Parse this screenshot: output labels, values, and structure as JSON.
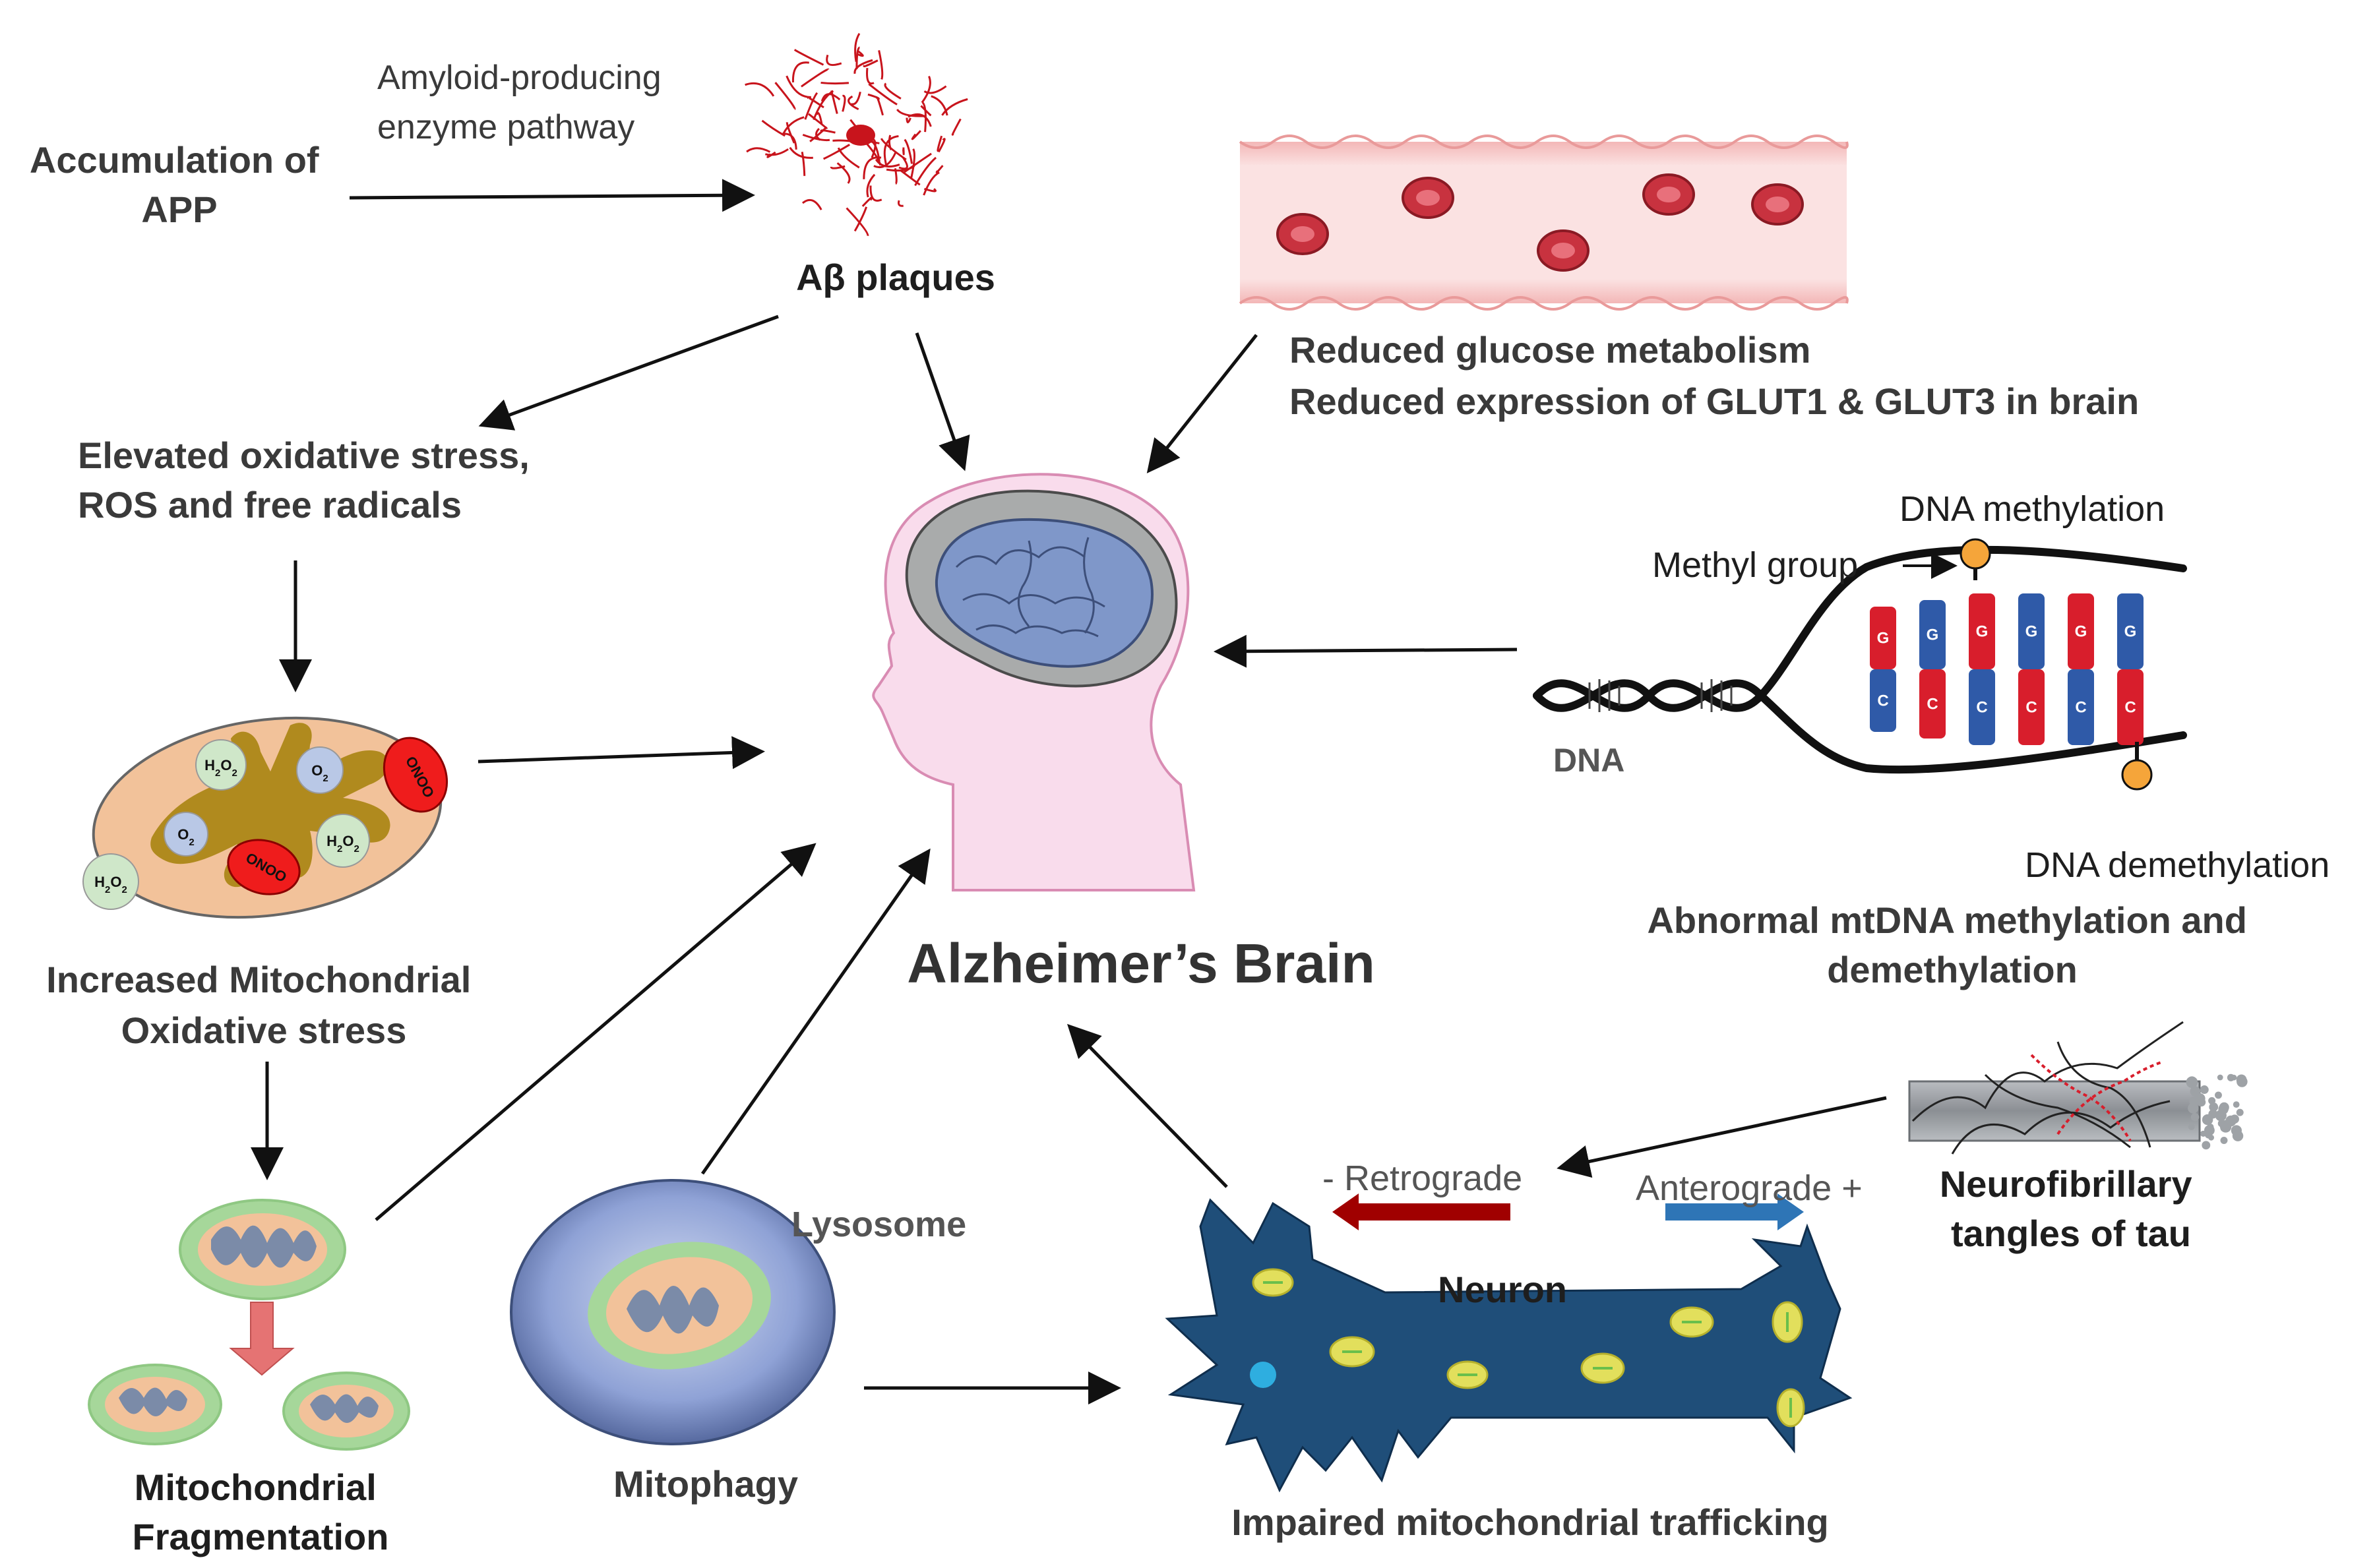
{
  "labels": {
    "accumulation_app": [
      "Accumulation of",
      "APP"
    ],
    "amyloid_pathway": [
      "Amyloid-producing",
      "enzyme pathway"
    ],
    "abeta_plaques": "Aβ plaques",
    "glucose": [
      "Reduced glucose metabolism",
      "Reduced expression of GLUT1 & GLUT3 in brain"
    ],
    "oxidative_stress": [
      "Elevated oxidative stress,",
      "ROS and free radicals"
    ],
    "dna_methylation": "DNA methylation",
    "methyl_group": "Methyl group",
    "dna": "DNA",
    "dna_demethylation": "DNA demethylation",
    "mtdna": [
      "Abnormal mtDNA methylation and",
      "demethylation"
    ],
    "mito_ox_stress": [
      "Increased Mitochondrial",
      "Oxidative stress"
    ],
    "alzheimers_brain": "Alzheimer’s Brain",
    "retrograde": "-  Retrograde",
    "anterograde": "Anterograde  +",
    "tangles": [
      "Neurofibrillary",
      "tangles of tau"
    ],
    "lysosome": "Lysosome",
    "neuron": "Neuron",
    "fragmentation": [
      "Mitochondrial",
      "Fragmentation"
    ],
    "mitophagy": "Mitophagy",
    "trafficking": "Impaired mitochondrial trafficking"
  },
  "mito_species": {
    "h2o2": "H2O2",
    "o2": "O2",
    "onoo": "ONOO"
  },
  "dna_bases": [
    "G",
    "C",
    "G",
    "C",
    "G",
    "C",
    "G",
    "C",
    "G",
    "C",
    "G",
    "C"
  ],
  "colors": {
    "text": "#3a3a3a",
    "arrow": "#111111",
    "plaque_red": "#c8141c",
    "vessel_pink": "#f6c9c9",
    "rbc_red": "#c8323f",
    "brain_blue": "#7f97c9",
    "head_pink": "#f9dcec",
    "mito_orange": "#f2c29a",
    "matrix_olive": "#b08a1e",
    "neuron_blue": "#1f4e79",
    "retro_red": "#a00000",
    "antero_blue": "#2e75b6",
    "dna_red": "#d81e2c",
    "dna_blue": "#2f5aa8",
    "methyl_orange": "#f5a53a",
    "lysosome_blue": "#6f88c8"
  }
}
